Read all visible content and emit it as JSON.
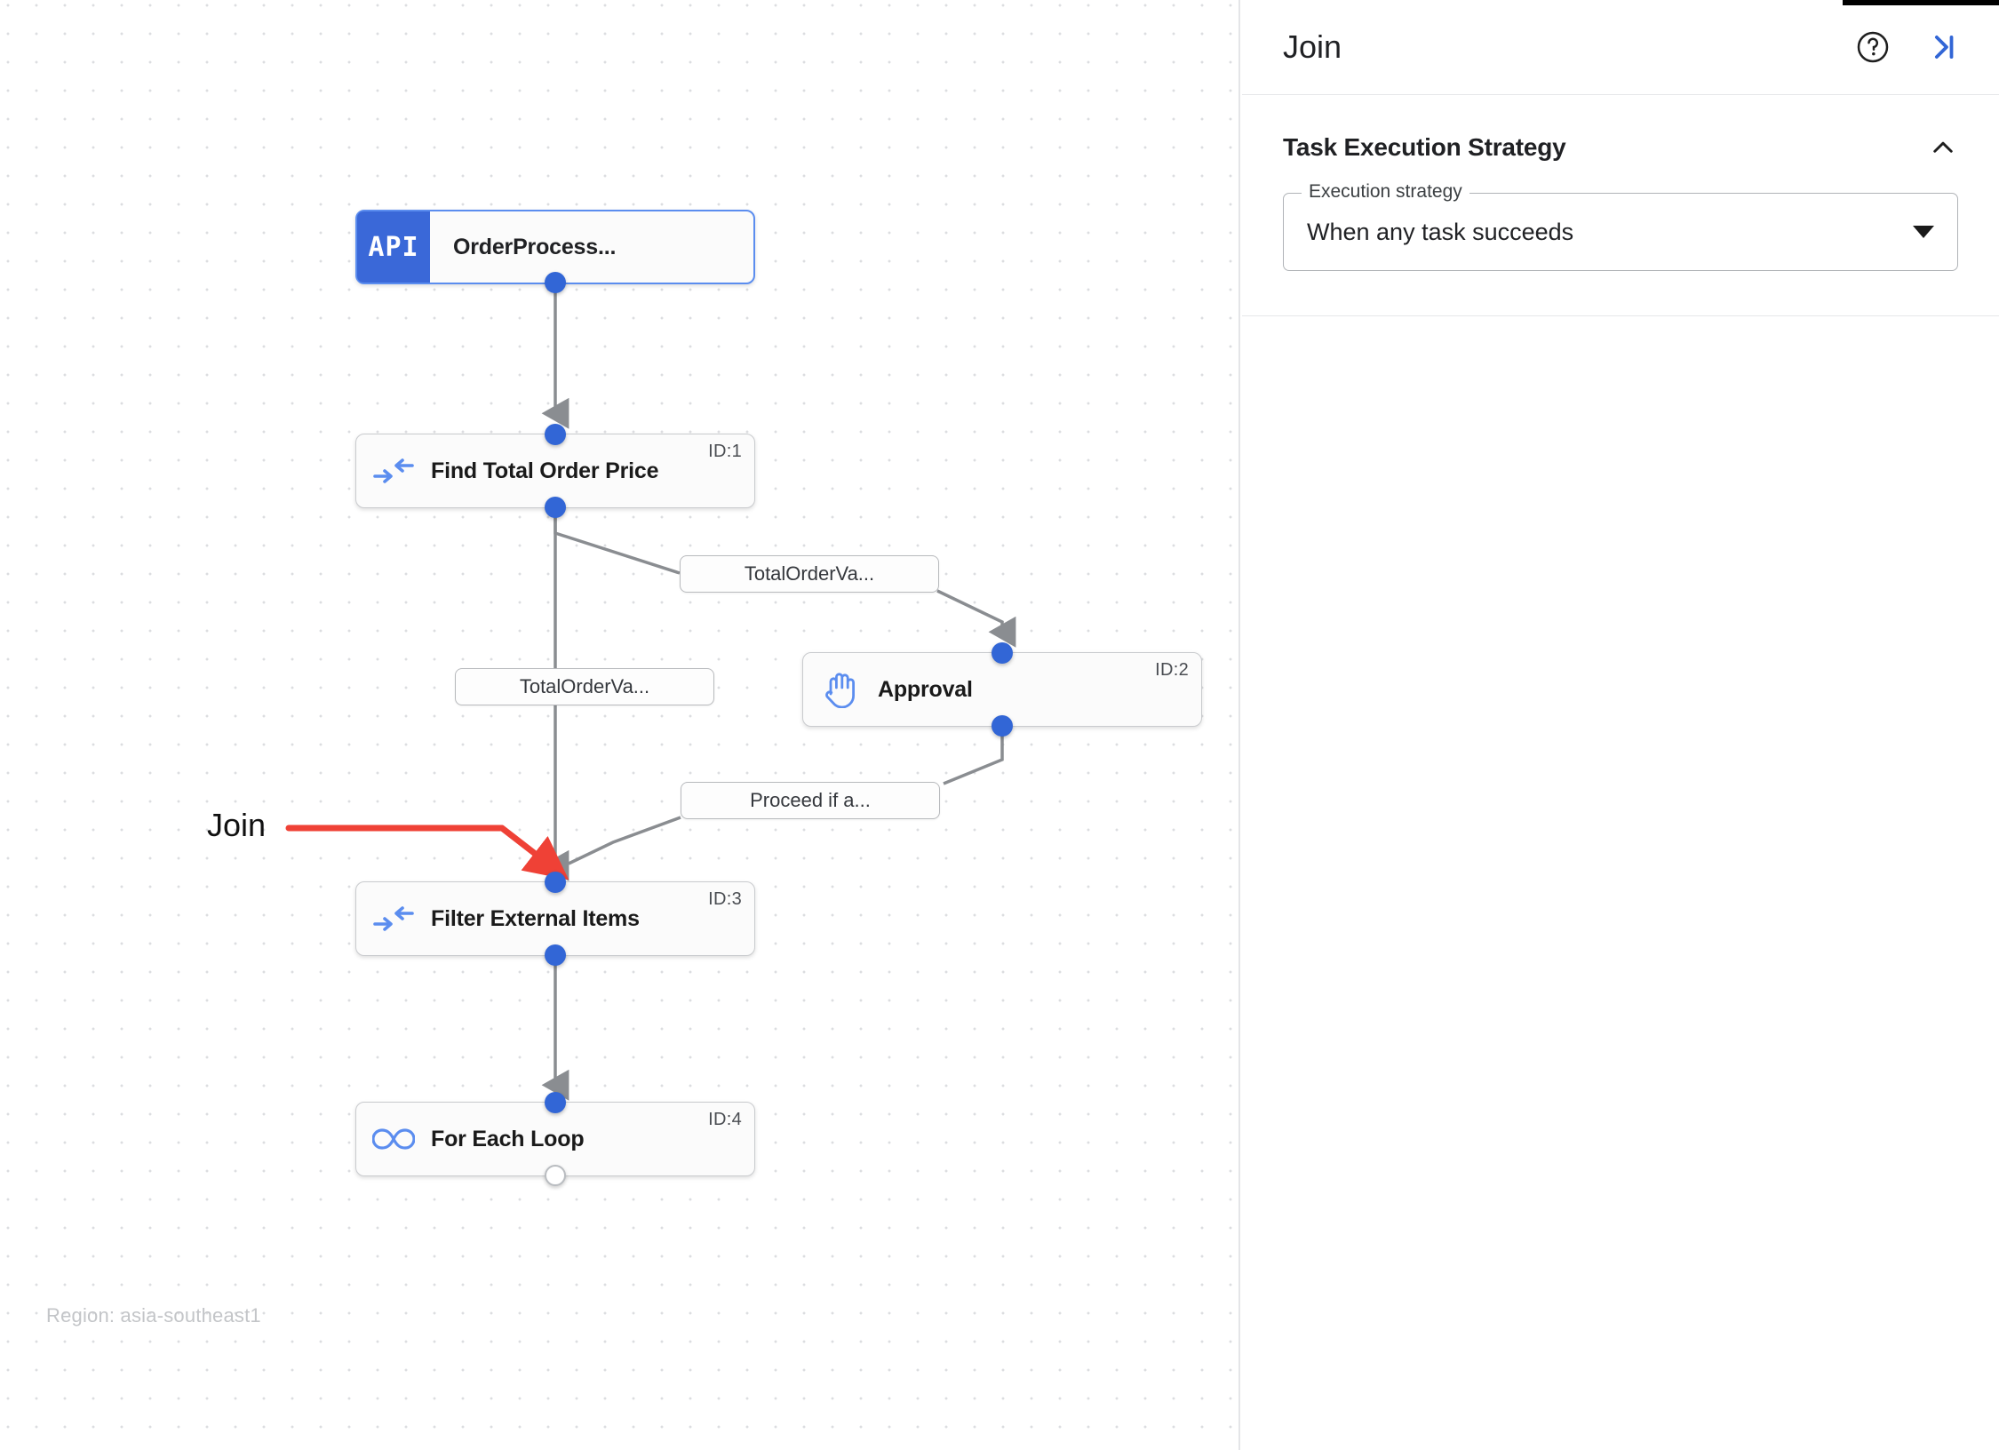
{
  "canvas": {
    "region_text": "Region: asia-southeast1",
    "annotation": {
      "label": "Join",
      "color": "#ef4136"
    },
    "nodes": [
      {
        "key": "order_process",
        "badge": "API",
        "title": "OrderProcess...",
        "id_label": "",
        "icon": "api-badge-icon"
      },
      {
        "key": "find_total",
        "badge": "",
        "title": "Find Total Order Price",
        "id_label": "ID:1",
        "icon": "data-mapping-icon"
      },
      {
        "key": "approval",
        "badge": "",
        "title": "Approval",
        "id_label": "ID:2",
        "icon": "raised-hand-icon"
      },
      {
        "key": "filter_items",
        "badge": "",
        "title": "Filter External Items",
        "id_label": "ID:3",
        "icon": "data-mapping-icon"
      },
      {
        "key": "for_each",
        "badge": "",
        "title": "For Each Loop",
        "id_label": "ID:4",
        "icon": "infinity-loop-icon"
      }
    ],
    "edge_labels": [
      {
        "key": "e1",
        "text": "TotalOrderVa..."
      },
      {
        "key": "e2",
        "text": "TotalOrderVa..."
      },
      {
        "key": "e3",
        "text": "Proceed if a..."
      }
    ]
  },
  "panel": {
    "title": "Join",
    "help_icon": "help-circle-icon",
    "collapse_icon": "collapse-right-icon",
    "section": {
      "title": "Task Execution Strategy",
      "chevron": "chevron-up-icon",
      "field": {
        "legend": "Execution strategy",
        "value": "When any task succeeds",
        "caret": "chevron-down-icon"
      }
    }
  },
  "colors": {
    "accent_blue": "#3266d6",
    "api_blue": "#3a68d8",
    "icon_blue": "#5b8def",
    "annotation_red": "#ef4136",
    "edge_gray": "#8a8d91"
  }
}
